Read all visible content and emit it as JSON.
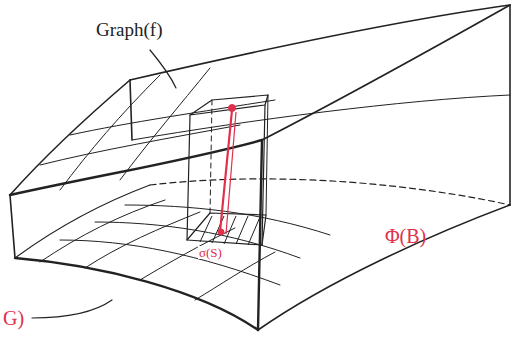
{
  "diagram": {
    "labels": [
      "Graph(f)",
      "σ(S)",
      "Φ(B)",
      "G)"
    ]
  }
}
